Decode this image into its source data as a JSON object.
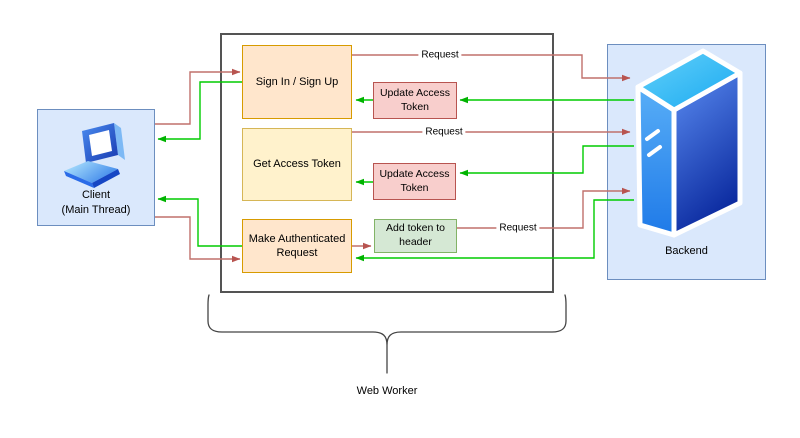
{
  "diagram": {
    "client": {
      "name": "Client",
      "subtitle": "(Main Thread)"
    },
    "backend": {
      "label": "Backend"
    },
    "worker": {
      "label": "Web Worker"
    },
    "nodes": {
      "sign_in": "Sign In / Sign Up",
      "get_access_token": "Get Access Token",
      "make_authenticated_request": "Make Authenticated Request",
      "update_access_token_top": "Update Access Token",
      "update_access_token_middle": "Update Access Token",
      "add_token_to_header": "Add token to header"
    },
    "edge_labels": {
      "sign_in_request": "Request",
      "get_token_request": "Request",
      "authenticated_request": "Request"
    },
    "edges": [
      {
        "from": "Client",
        "to": "Sign In / Sign Up",
        "color": "red"
      },
      {
        "from": "Sign In / Sign Up",
        "to": "Client",
        "color": "green"
      },
      {
        "from": "Sign In / Sign Up",
        "to": "Backend",
        "color": "red",
        "label": "Request"
      },
      {
        "from": "Backend",
        "to": "Update Access Token (top)",
        "color": "green"
      },
      {
        "from": "Update Access Token (top)",
        "to": "Sign In / Sign Up",
        "color": "green"
      },
      {
        "from": "Get Access Token",
        "to": "Backend",
        "color": "red",
        "label": "Request"
      },
      {
        "from": "Backend",
        "to": "Update Access Token (middle)",
        "color": "green"
      },
      {
        "from": "Update Access Token (middle)",
        "to": "Get Access Token",
        "color": "green"
      },
      {
        "from": "Client",
        "to": "Make Authenticated Request",
        "color": "red"
      },
      {
        "from": "Make Authenticated Request",
        "to": "Client",
        "color": "green"
      },
      {
        "from": "Make Authenticated Request",
        "to": "Add token to header",
        "color": "red"
      },
      {
        "from": "Add token to header",
        "to": "Backend",
        "color": "red",
        "label": "Request"
      },
      {
        "from": "Backend",
        "to": "Make Authenticated Request",
        "color": "green"
      }
    ],
    "colors": {
      "container_fill": "#dae8fc",
      "container_stroke": "#6c8ebf",
      "orange_fill": "#ffe6cc",
      "orange_stroke": "#d79b00",
      "yellow_fill": "#fff2cc",
      "yellow_stroke": "#d6b656",
      "pink_fill": "#f8cecc",
      "pink_stroke": "#b85450",
      "green_fill": "#d5e8d4",
      "green_stroke": "#82b366",
      "arrow_red": "#b85450",
      "arrow_green": "#00cc00",
      "worker_border": "#545454"
    }
  }
}
